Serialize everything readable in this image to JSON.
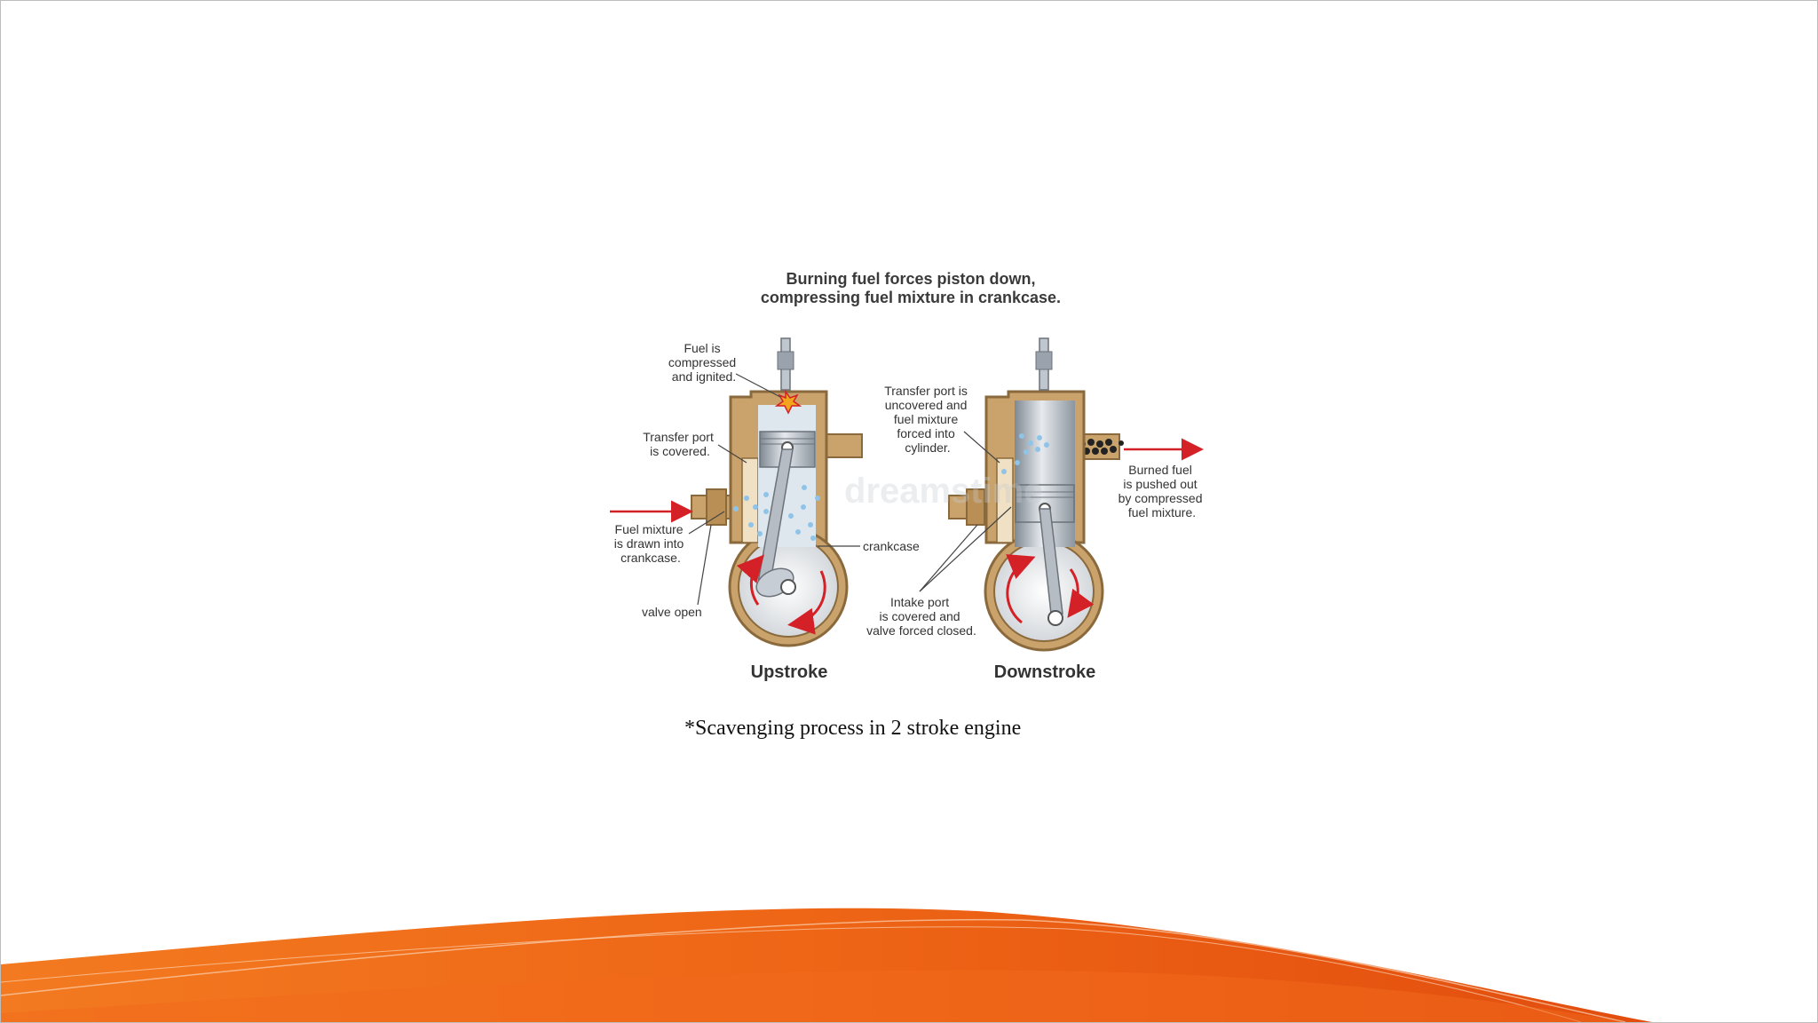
{
  "diagram": {
    "title_line1": "Burning fuel forces piston down,",
    "title_line2": "compressing fuel mixture in crankcase.",
    "labels": {
      "fuel_ignited": [
        "Fuel is",
        "compressed",
        "and ignited."
      ],
      "transfer_covered": [
        "Transfer port",
        "is covered."
      ],
      "fuel_mixture_drawn": [
        "Fuel mixture",
        "is drawn into",
        "crankcase."
      ],
      "valve_open": "valve open",
      "crankcase": "crankcase",
      "transfer_uncovered": [
        "Transfer port is",
        "uncovered and",
        "fuel mixture",
        "forced into",
        "cylinder."
      ],
      "burned_fuel": [
        "Burned fuel",
        "is pushed out",
        "by compressed",
        "fuel mixture."
      ],
      "intake_covered": [
        "Intake port",
        "is covered and",
        "valve forced closed."
      ]
    },
    "upstroke_label": "Upstroke",
    "downstroke_label": "Downstroke",
    "watermark": "dreamstime"
  },
  "caption": "*Scavenging process in 2 stroke engine",
  "colors": {
    "engine_body": "#c9a36b",
    "engine_outline": "#8a6a3c",
    "cylinder_metal": "#9aa3ad",
    "arrow_red": "#d42027",
    "fuel_dots": "#8fc3e8",
    "wave_orange": "#ef6a1c",
    "wave_dark": "#e24d0e"
  }
}
